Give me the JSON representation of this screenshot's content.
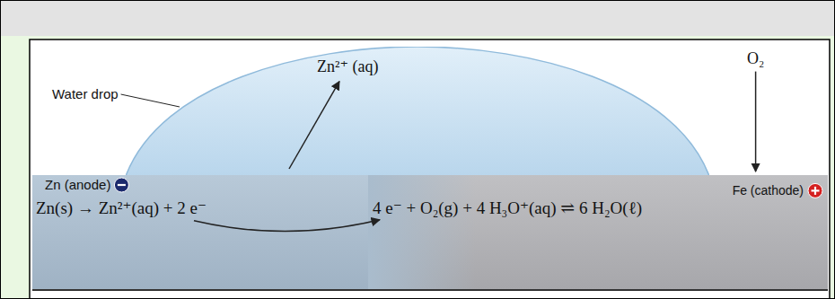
{
  "diagram": {
    "nodes": [
      {
        "text": [
          "Zn²⁺ (aq)"
        ]
      },
      {
        "text": [
          "Zn (anode)",
          "Zn(s) → Zn²⁺(aq) + 2 e⁻"
        ]
      },
      {
        "text": [
          "Fe (cathode)",
          "4 e⁻ + O₂(g) + 4 H₃O⁺(aq) ⇌ 6 H₂O(ℓ)"
        ]
      }
    ],
    "labels": [
      "Water drop",
      "O₂"
    ]
  }
}
